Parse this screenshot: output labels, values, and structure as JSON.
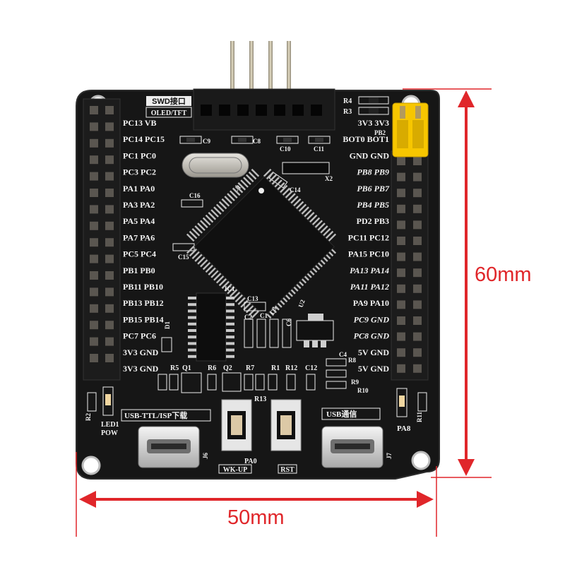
{
  "dimensions": {
    "height": "60mm",
    "width": "50mm"
  },
  "colors": {
    "pcb": "#161616",
    "silk": "#f2f2f2",
    "dimension": "#e0262a",
    "jumper": "#f7c600",
    "header": "#1a1a1a",
    "pin": "#b9b2a0"
  },
  "labels": {
    "swd": "SWD接口",
    "oled": "OLED/TFT",
    "left_header": [
      "PC13 VB",
      "PC14 PC15",
      "PC1 PC0",
      "PC3 PC2",
      "PA1 PA0",
      "PA3 PA2",
      "PA5 PA4",
      "PA7 PA6",
      "PC5 PC4",
      "PB1 PB0",
      "PB11 PB10",
      "PB13 PB12",
      "PB15 PB14",
      "PC7 PC6",
      "3V3 GND",
      "3V3 GND"
    ],
    "right_header": [
      "3V3 3V3",
      "BOT0 BOT1",
      "GND GND",
      "PB8 PB9",
      "PB6 PB7",
      "PB4 PB5",
      "PD2 PB3",
      "PC11 PC12",
      "PA15 PC10",
      "PA13 PA14",
      "PA11 PA12",
      "PA9 PA10",
      "PC9 GND",
      "PC8 GND",
      "5V GND",
      "5V GND"
    ],
    "r4": "R4",
    "r3": "R3",
    "pb2": "PB2",
    "c9": "C9",
    "c8": "C8",
    "c10": "C10",
    "c11": "C11",
    "c16": "C16",
    "c15": "C15",
    "c14": "C14",
    "x2": "X2",
    "u1": "U1",
    "ic1": "IC1",
    "d1": "D1",
    "c13": "C13",
    "c2": "C2",
    "c1": "C1",
    "c3": "C3",
    "c6": "C6",
    "u2": "U2",
    "c4": "C4",
    "r8": "R8",
    "r9": "R9",
    "r10": "R10",
    "r5": "R5",
    "q1": "Q1",
    "r6": "R6",
    "q2": "Q2",
    "r7": "R7",
    "r1": "R1",
    "r12": "R12",
    "c12": "C12",
    "r13": "R13",
    "r2": "R2",
    "led1": "LED1",
    "pow": "POW",
    "r11": "R11",
    "pa8": "PA8",
    "usb_ttl": "USB-TTL/ISP下载",
    "usb_comm": "USB通信",
    "j6": "J6",
    "j7": "J7",
    "pa0": "PA0",
    "wkup": "WK-UP",
    "rst": "RST"
  }
}
